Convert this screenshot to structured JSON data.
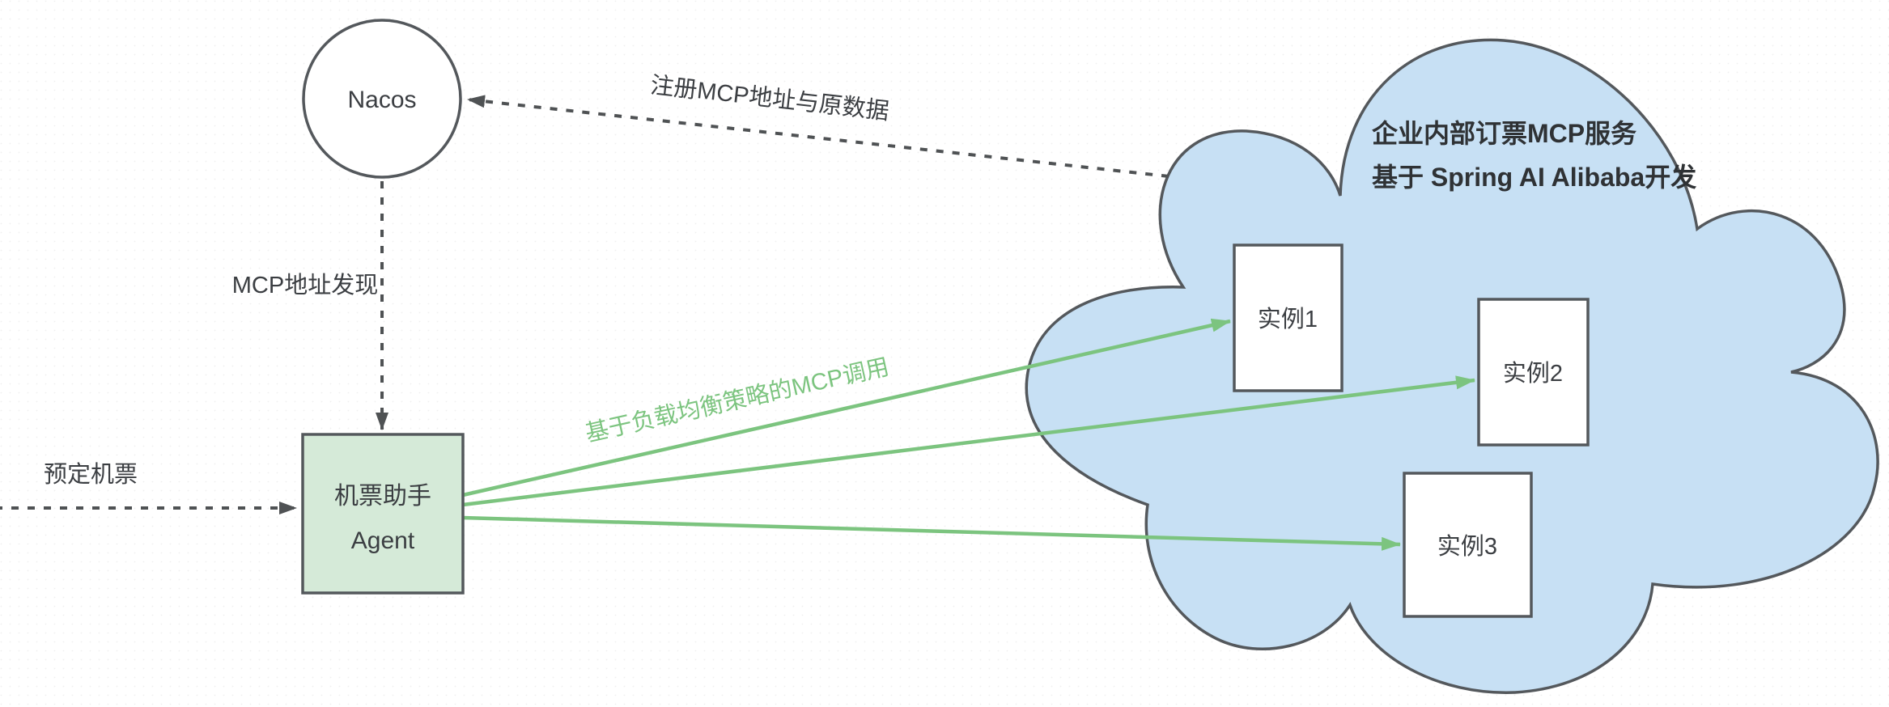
{
  "diagram": {
    "nacos": {
      "label": "Nacos"
    },
    "agent": {
      "label_line1": "机票助手",
      "label_line2": "Agent"
    },
    "cloud": {
      "title_line1": "企业内部订票MCP服务",
      "title_line2": "基于 Spring AI Alibaba开发"
    },
    "instances": [
      {
        "label": "实例1"
      },
      {
        "label": "实例2"
      },
      {
        "label": "实例3"
      }
    ],
    "edges": {
      "book_ticket_label": "预定机票",
      "mcp_discovery_label": "MCP地址发现",
      "register_label": "注册MCP地址与原数据",
      "load_balanced_call_label": "基于负载均衡策略的MCP调用"
    },
    "colors": {
      "cloud_fill": "#c7e0f4",
      "agent_fill": "#d5ead8",
      "node_stroke": "#54585c",
      "dashed_arrow": "#4f5254",
      "green_arrow": "#7cc47f",
      "text_dark": "#3b3e42"
    }
  }
}
